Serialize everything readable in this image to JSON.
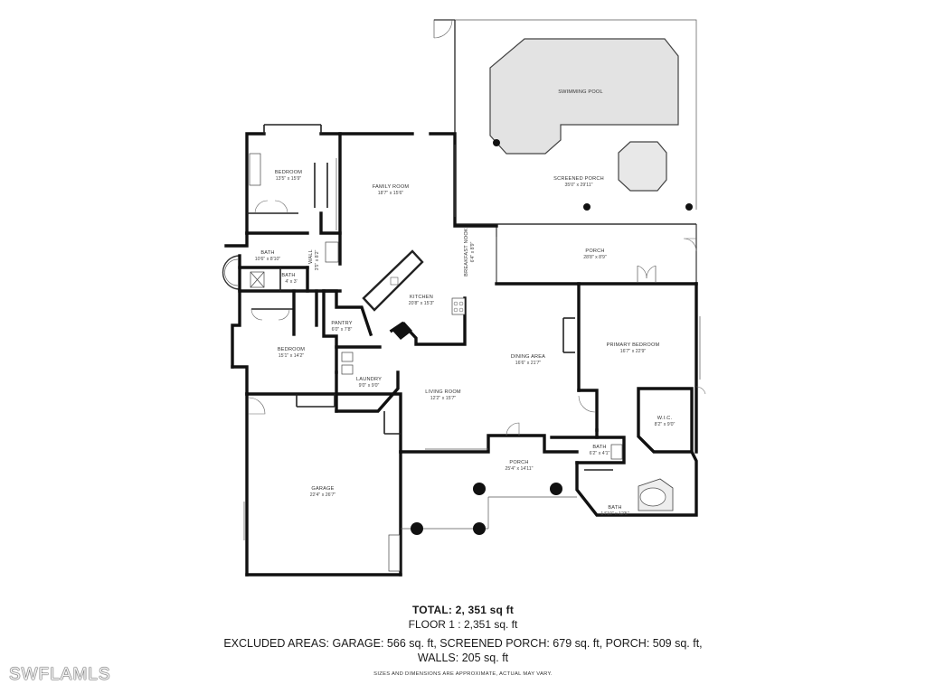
{
  "rooms": {
    "swimming_pool": {
      "label": "SWIMMING POOL"
    },
    "screened_porch": {
      "label": "SCREENED PORCH",
      "dims": "35'0\" x 29'11\""
    },
    "porch_rear": {
      "label": "PORCH",
      "dims": "28'8\" x 8'9\""
    },
    "bedroom_1": {
      "label": "BEDROOM",
      "dims": "13'5\" x 15'9\""
    },
    "family_room": {
      "label": "FAMILY ROOM",
      "dims": "18'7\" x 15'6\""
    },
    "bath_1": {
      "label": "BATH",
      "dims": "10'6\" x 8'10\""
    },
    "wall_closet": {
      "label": "WALL",
      "dims": "3'5\" x 8'2\""
    },
    "bath_small": {
      "label": "BATH",
      "dims": "4' x 3'"
    },
    "breakfast_nook": {
      "label": "BREAKFAST NOOK",
      "dims": "6'4\" x 8'9\""
    },
    "kitchen": {
      "label": "KITCHEN",
      "dims": "20'8\" x 15'3\""
    },
    "pantry": {
      "label": "PANTRY",
      "dims": "6'0\" x 7'8\""
    },
    "bedroom_2": {
      "label": "BEDROOM",
      "dims": "15'1\" x 14'2\""
    },
    "laundry": {
      "label": "LAUNDRY",
      "dims": "9'0\" x 9'0\""
    },
    "living_room": {
      "label": "LIVING ROOM",
      "dims": "12'2\" x 15'7\""
    },
    "dining_area": {
      "label": "DINING AREA",
      "dims": "16'6\" x 21'7\""
    },
    "primary_bedroom": {
      "label": "PRIMARY BEDROOM",
      "dims": "16'7\" x 22'9\""
    },
    "wic": {
      "label": "W.I.C.",
      "dims": "8'2\" x 9'0\""
    },
    "bath_2": {
      "label": "BATH",
      "dims": "6'2\" x 4'1\""
    },
    "bath_primary": {
      "label": "BATH",
      "dims": "14'10\" x 12'5\""
    },
    "porch_front": {
      "label": "PORCH",
      "dims": "25'4\" x 14'11\""
    },
    "garage": {
      "label": "GARAGE",
      "dims": "22'4\" x 26'7\""
    }
  },
  "summary": {
    "total": "TOTAL: 2, 351 sq ft",
    "floor": "FLOOR 1 : 2,351 sq. ft",
    "excluded": "EXCLUDED AREAS: GARAGE: 566 sq. ft, SCREENED PORCH: 679 sq. ft, PORCH: 509 sq. ft,",
    "walls": "WALLS: 205 sq. ft",
    "disclaimer": "SIZES AND DIMENSIONS ARE APPROXIMATE, ACTUAL MAY VARY."
  },
  "watermark": "SWFLAMLS"
}
